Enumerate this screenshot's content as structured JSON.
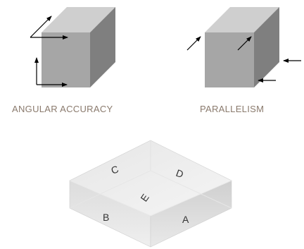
{
  "captions": {
    "angular_accuracy": "ANGULAR ACCURACY",
    "parallelism": "PARALLELISM"
  },
  "face_labels": {
    "a": "A",
    "b": "B",
    "c": "C",
    "d": "D",
    "e": "E"
  },
  "colors": {
    "caption_text": "#8a7a6d",
    "cube_front": "#a6a6a6",
    "cube_top": "#cfcfcf",
    "cube_side": "#7f7f7f",
    "arrow": "#000000"
  }
}
